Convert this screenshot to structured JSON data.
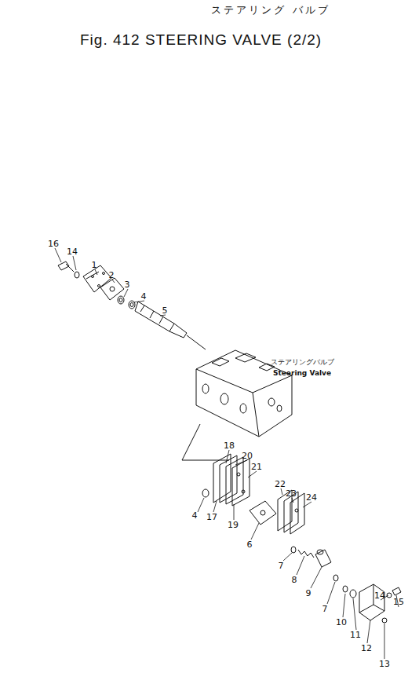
{
  "diagram": {
    "title": "Fig. 412 STEERING VALVE (2/2)",
    "labels": [
      "ステアリング バルブ",
      "ステアリングバルブ",
      "Steering Valve",
      "16",
      "14",
      "1",
      "2",
      "3",
      "4",
      "5",
      "4",
      "18",
      "20",
      "21",
      "17",
      "19",
      "6",
      "22",
      "23",
      "24",
      "7",
      "8",
      "9",
      "7",
      "10",
      "11",
      "12",
      "13",
      "14",
      "15"
    ]
  }
}
